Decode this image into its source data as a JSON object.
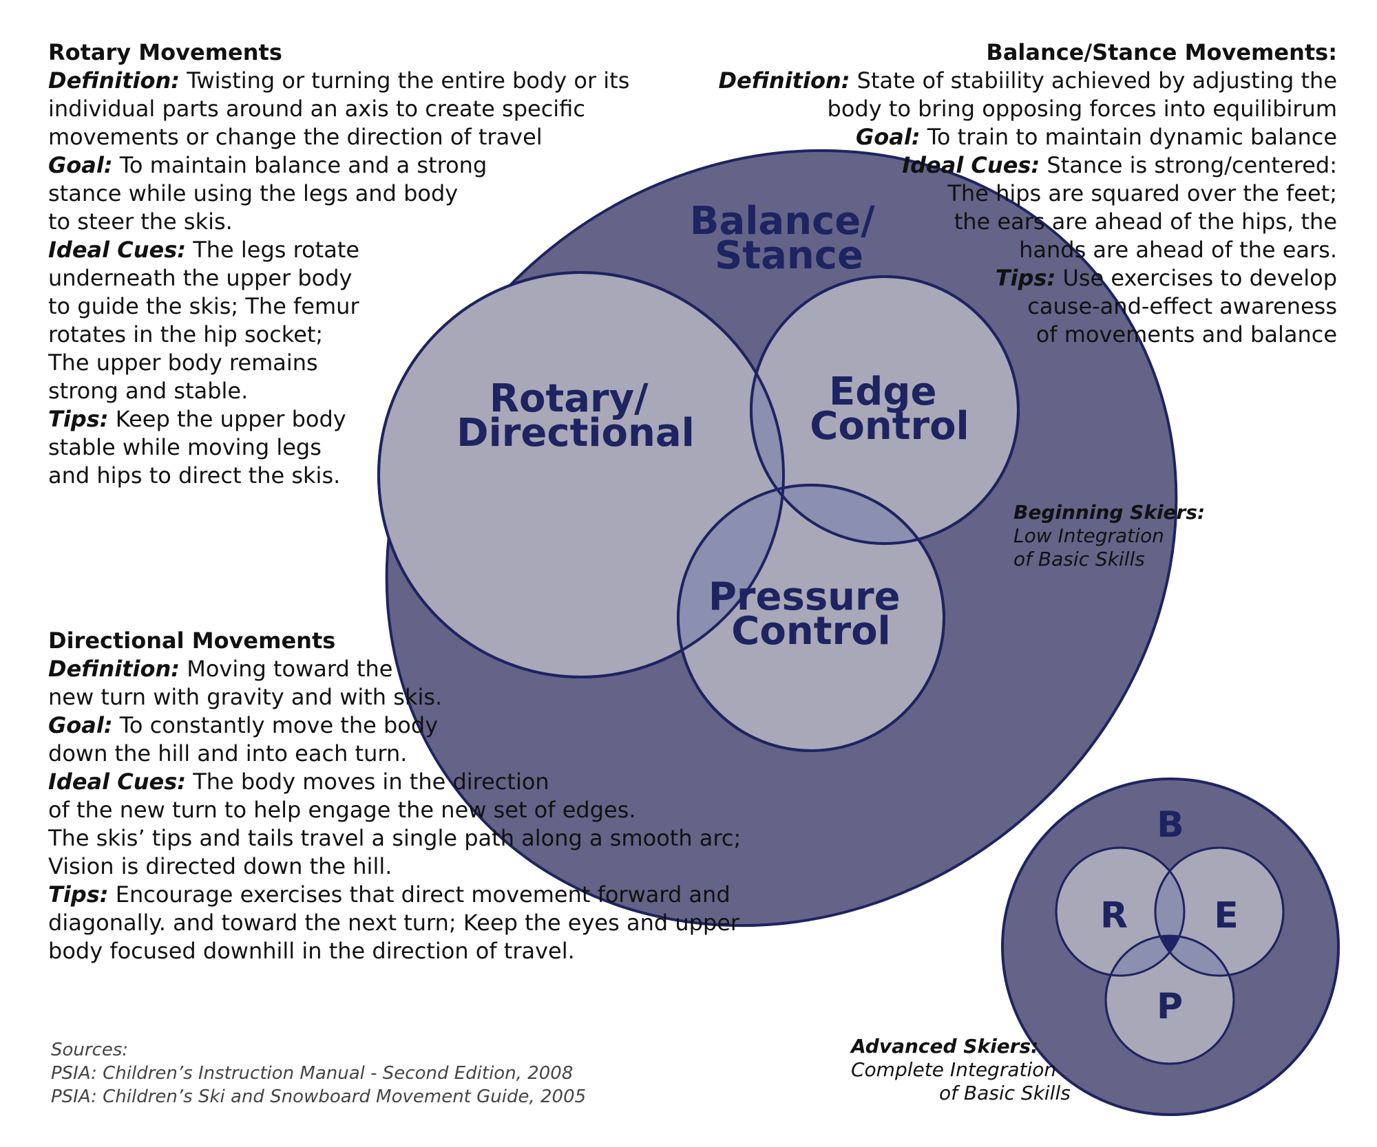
{
  "colors": {
    "outer_fill": "#636487",
    "circle_fill": "#a8a8b8",
    "overlap_fill": "#8b8fb0",
    "center_fill": "#1f2361",
    "stroke": "#1e2461",
    "label": "#1e2461"
  },
  "rotary": {
    "title": "Rotary Movements",
    "lines": [
      [
        {
          "k": "Definition:",
          "t": " Twisting or turning the entire body or its"
        }
      ],
      [
        {
          "t": "individual parts around an axis to create specific"
        }
      ],
      [
        {
          "t": "movements or change the direction of travel"
        }
      ],
      [
        {
          "k": "Goal:",
          "t": " To maintain balance and a strong"
        }
      ],
      [
        {
          "t": "stance while using the legs and body"
        }
      ],
      [
        {
          "t": "to steer the skis."
        }
      ],
      [
        {
          "k": "Ideal Cues:",
          "t": " The legs rotate"
        }
      ],
      [
        {
          "t": "underneath the upper body"
        }
      ],
      [
        {
          "t": "to guide the skis; The femur"
        }
      ],
      [
        {
          "t": "rotates in the hip socket;"
        }
      ],
      [
        {
          "t": "The upper body remains"
        }
      ],
      [
        {
          "t": "strong and stable."
        }
      ],
      [
        {
          "k": "Tips:",
          "t": " Keep the upper body"
        }
      ],
      [
        {
          "t": "stable while moving legs"
        }
      ],
      [
        {
          "t": "and hips to direct the skis."
        }
      ]
    ]
  },
  "balance": {
    "title": "Balance/Stance Movements:",
    "lines": [
      [
        {
          "k": "Definition:",
          "t": " State of stabiility achieved by adjusting the"
        }
      ],
      [
        {
          "t": "body to bring opposing forces into equilibirum"
        }
      ],
      [
        {
          "k": "Goal:",
          "t": " To train to maintain dynamic balance"
        }
      ],
      [
        {
          "k": "Ideal Cues:",
          "t": " Stance is strong/centered:"
        }
      ],
      [
        {
          "t": "The hips are squared over the feet;"
        }
      ],
      [
        {
          "t": "the ears are ahead of the hips, the"
        }
      ],
      [
        {
          "t": "hands are ahead of the ears."
        }
      ],
      [
        {
          "k": "Tips:",
          "t": "  Use exercises to develop"
        }
      ],
      [
        {
          "t": "cause-and-effect awareness"
        }
      ],
      [
        {
          "t": "of movements and balance"
        }
      ]
    ]
  },
  "directional": {
    "title": "Directional Movements",
    "lines": [
      [
        {
          "k": "Definition:",
          "t": " Moving toward the"
        }
      ],
      [
        {
          "t": "new turn with gravity and with skis."
        }
      ],
      [
        {
          "k": "Goal:",
          "t": " To constantly move the body"
        }
      ],
      [
        {
          "t": "down the hill and into each turn."
        }
      ],
      [
        {
          "k": "Ideal Cues:",
          "t": " The body moves in the direction"
        }
      ],
      [
        {
          "t": "of the new turn to help engage the new set of edges."
        }
      ],
      [
        {
          "t": "The skis’ tips and tails travel a single path along a smooth arc;"
        }
      ],
      [
        {
          "t": "Vision is directed down the hill."
        }
      ],
      [
        {
          "k": "Tips:",
          "t": " Encourage exercises that direct movement forward and"
        }
      ],
      [
        {
          "t": "diagonally. and toward the next turn; Keep the eyes and upper"
        }
      ],
      [
        {
          "t": "body focused downhill in the direction of travel."
        }
      ]
    ]
  },
  "diagram_main": {
    "balance_label": [
      "Balance/",
      "Stance"
    ],
    "rotary_label": [
      "Rotary/",
      "Directional"
    ],
    "edge_label": [
      "Edge",
      "Control"
    ],
    "pressure_label": [
      "Pressure",
      "Control"
    ]
  },
  "diagram_small": {
    "b": "B",
    "r": "R",
    "e": "E",
    "p": "P"
  },
  "beginning": {
    "title": "Beginning Skiers:",
    "lines": [
      "Low Integration",
      "of Basic Skills"
    ]
  },
  "advanced": {
    "title": "Advanced Skiers:",
    "lines": [
      "Complete Integration",
      "of Basic Skills"
    ]
  },
  "sources": {
    "heading": "Sources:",
    "items": [
      "PSIA: Children’s Instruction Manual - Second Edition, 2008",
      "PSIA: Children’s Ski and Snowboard Movement Guide, 2005"
    ]
  }
}
